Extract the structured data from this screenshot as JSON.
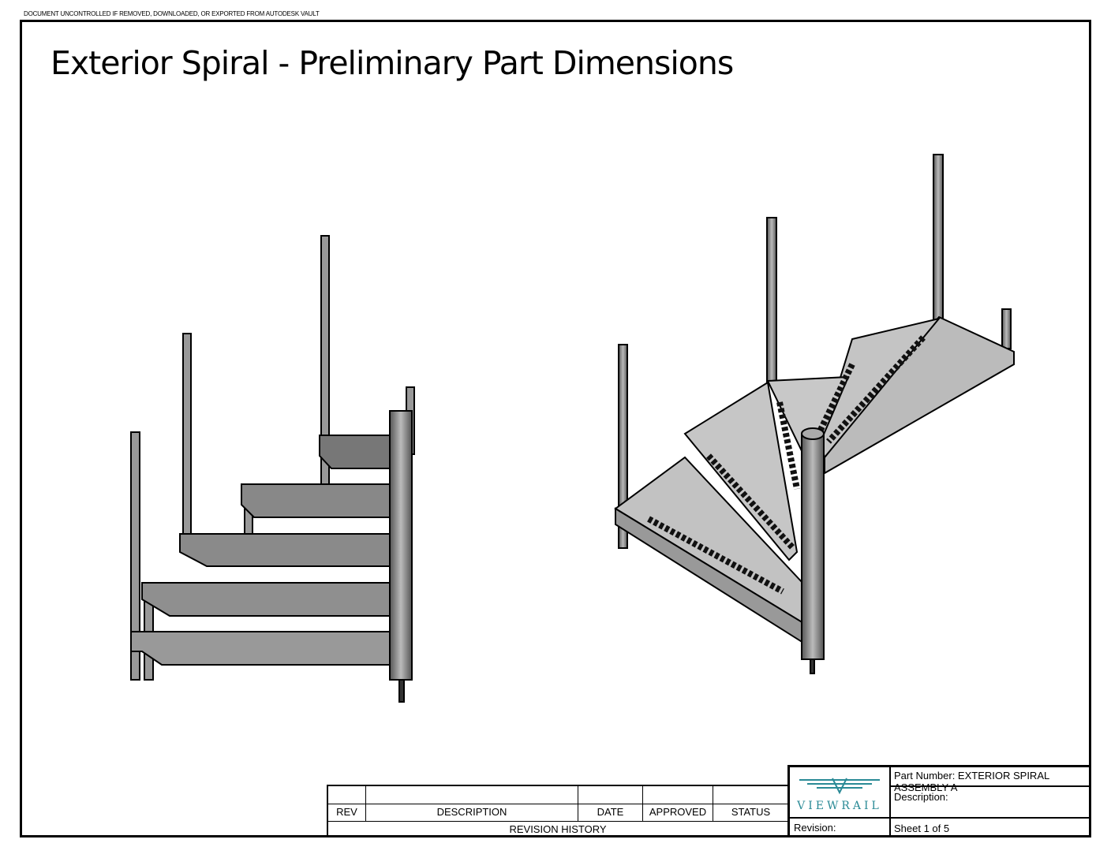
{
  "notice": "DOCUMENT UNCONTROLLED IF REMOVED, DOWNLOADED, OR EXPORTED FROM AUTODESK VAULT",
  "title": "Exterior Spiral - Preliminary Part Dimensions",
  "revision_table": {
    "headers": [
      "REV",
      "DESCRIPTION",
      "DATE",
      "APPROVED",
      "STATUS"
    ],
    "footer": "REVISION HISTORY"
  },
  "title_block": {
    "logo_text": "VIEWRAIL",
    "part_number": "Part Number: EXTERIOR SPIRAL ASSEMBLY A",
    "description": "Description:",
    "revision": "Revision:",
    "sheet": "Sheet 1 of 5",
    "logo_color": "#2a8a96"
  }
}
